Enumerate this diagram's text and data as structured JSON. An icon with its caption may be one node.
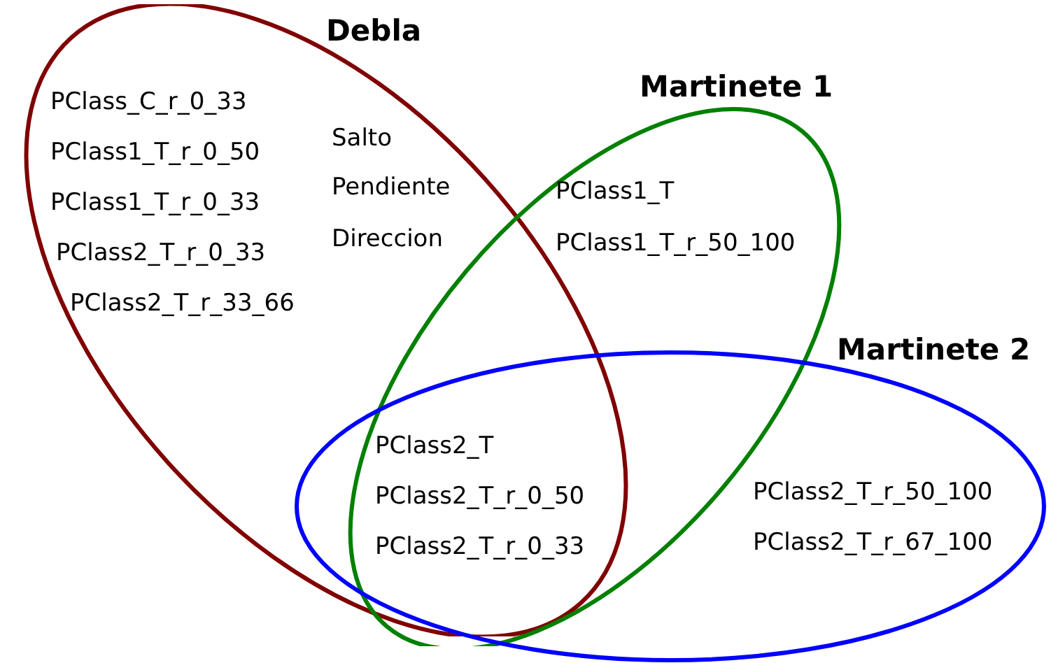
{
  "diagram": {
    "nodes": [
      {
        "text": [
          "Debla"
        ]
      },
      {
        "text": [
          "Martinete 1"
        ]
      },
      {
        "text": [
          "Martinete 2"
        ]
      }
    ],
    "edges": [],
    "labels": [
      "PClass_C_r_0_33",
      "PClass1_T_r_0_50",
      "PClass1_T_r_0_33",
      "PClass2_T_r_0_33",
      "PClass2_T_r_33_66",
      "Salto",
      "Pendiente",
      "Direccion",
      "PClass1_T",
      "PClass1_T_r_50_100",
      "PClass2_T",
      "PClass2_T_r_0_50",
      "PClass2_T_r_0_33",
      "PClass2_T_r_50_100",
      "PClass2_T_r_67_100"
    ]
  }
}
